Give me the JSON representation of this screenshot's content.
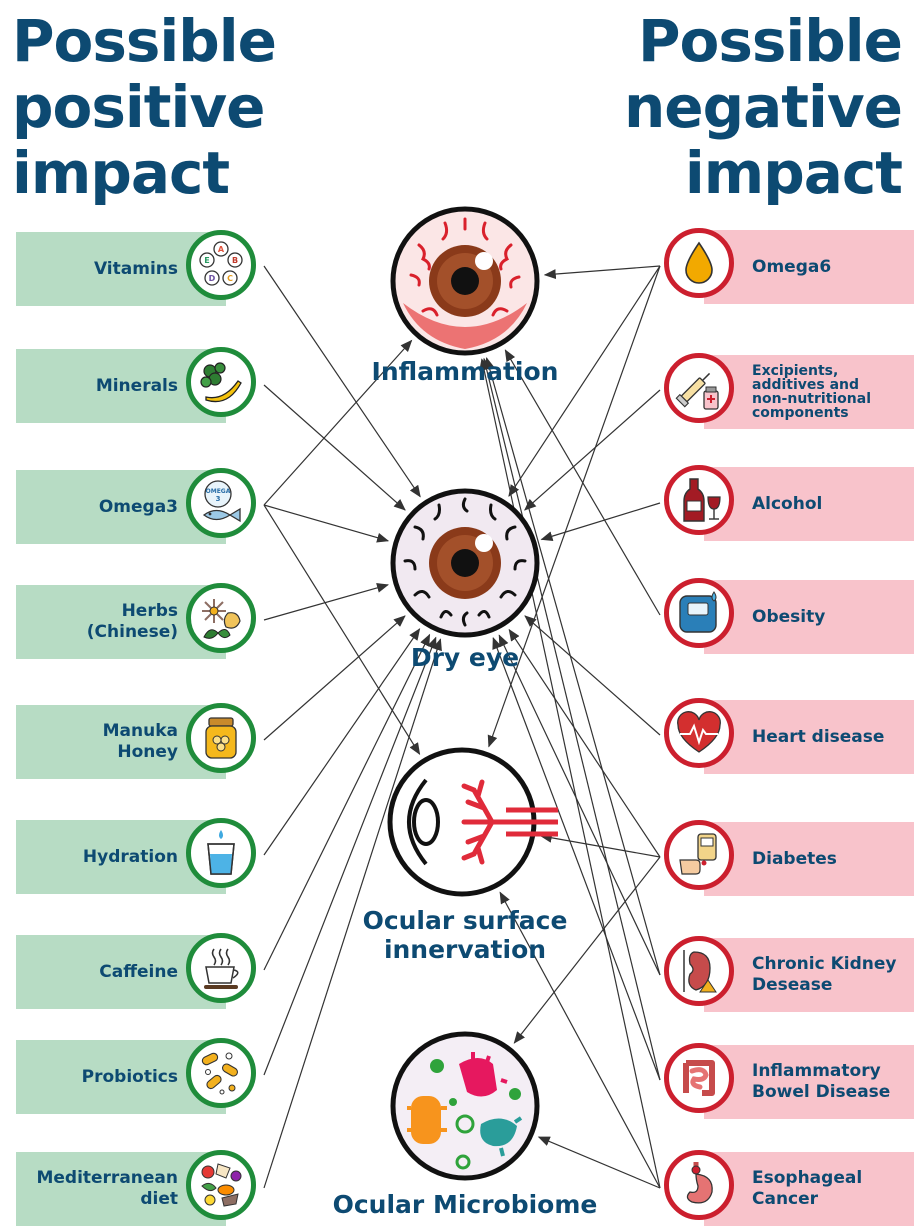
{
  "headings": {
    "left": [
      "Possible",
      "positive",
      "impact"
    ],
    "right": [
      "Possible",
      "negative",
      "impact"
    ]
  },
  "colors": {
    "heading_text": "#0d4a72",
    "positive_fill": "#b7dcc4",
    "positive_ring": "#1f8c3b",
    "negative_fill": "#f8c3cb",
    "negative_ring": "#cc1f2e"
  },
  "positive_factors": [
    {
      "label": "Vitamins",
      "icon": "vitamins-icon"
    },
    {
      "label": "Minerals",
      "icon": "minerals-icon"
    },
    {
      "label": "Omega3",
      "icon": "omega3-fish-icon",
      "icon_text": [
        "OMEGA",
        "3"
      ]
    },
    {
      "label": "Herbs\n(Chinese)",
      "icon": "herbs-icon"
    },
    {
      "label": "Manuka\nHoney",
      "icon": "honey-jar-icon"
    },
    {
      "label": "Hydration",
      "icon": "water-glass-icon"
    },
    {
      "label": "Caffeine",
      "icon": "coffee-cup-icon"
    },
    {
      "label": "Probiotics",
      "icon": "probiotics-icon"
    },
    {
      "label": "Mediterranean\ndiet",
      "icon": "mediterranean-food-icon"
    }
  ],
  "negative_factors": [
    {
      "label": "Omega6",
      "icon": "oil-drop-icon"
    },
    {
      "label": "Excipients,\nadditives and\nnon-nutritional\ncomponents",
      "icon": "syringe-vial-icon"
    },
    {
      "label": "Alcohol",
      "icon": "wine-bottle-icon"
    },
    {
      "label": "Obesity",
      "icon": "weight-scale-icon"
    },
    {
      "label": "Heart disease",
      "icon": "heart-pulse-icon"
    },
    {
      "label": "Diabetes",
      "icon": "glucose-meter-icon"
    },
    {
      "label": "Chronic Kidney\nDesease",
      "icon": "kidney-icon"
    },
    {
      "label": "Inflammatory\nBowel Disease",
      "icon": "intestine-icon"
    },
    {
      "label": "Esophageal\nCancer",
      "icon": "stomach-icon"
    }
  ],
  "outcomes": [
    {
      "label": "Inflammation",
      "icon": "inflamed-eye-icon"
    },
    {
      "label": "Dry eye",
      "icon": "dry-eye-icon"
    },
    {
      "label": "Ocular surface\ninnervation",
      "icon": "eye-nerves-icon"
    },
    {
      "label": "Ocular Microbiome",
      "icon": "microbes-icon"
    }
  ],
  "vitamin_letters": [
    "A",
    "B",
    "C",
    "D",
    "E"
  ],
  "links": [
    {
      "from": "Vitamins",
      "to": "Dry eye"
    },
    {
      "from": "Minerals",
      "to": "Dry eye"
    },
    {
      "from": "Omega3",
      "to": "Inflammation"
    },
    {
      "from": "Omega3",
      "to": "Dry eye"
    },
    {
      "from": "Omega3",
      "to": "Ocular surface\ninnervation"
    },
    {
      "from": "Herbs\n(Chinese)",
      "to": "Dry eye"
    },
    {
      "from": "Manuka\nHoney",
      "to": "Dry eye"
    },
    {
      "from": "Hydration",
      "to": "Dry eye"
    },
    {
      "from": "Caffeine",
      "to": "Dry eye"
    },
    {
      "from": "Probiotics",
      "to": "Dry eye"
    },
    {
      "from": "Mediterranean\ndiet",
      "to": "Dry eye"
    },
    {
      "from": "Omega6",
      "to": "Inflammation"
    },
    {
      "from": "Omega6",
      "to": "Dry eye"
    },
    {
      "from": "Omega6",
      "to": "Ocular surface\ninnervation"
    },
    {
      "from": "Excipients,\nadditives and\nnon-nutritional\ncomponents",
      "to": "Dry eye"
    },
    {
      "from": "Alcohol",
      "to": "Dry eye"
    },
    {
      "from": "Obesity",
      "to": "Inflammation"
    },
    {
      "from": "Heart disease",
      "to": "Dry eye"
    },
    {
      "from": "Diabetes",
      "to": "Dry eye"
    },
    {
      "from": "Diabetes",
      "to": "Ocular surface\ninnervation"
    },
    {
      "from": "Diabetes",
      "to": "Ocular Microbiome"
    },
    {
      "from": "Chronic Kidney\nDesease",
      "to": "Inflammation"
    },
    {
      "from": "Chronic Kidney\nDesease",
      "to": "Dry eye"
    },
    {
      "from": "Inflammatory\nBowel Disease",
      "to": "Inflammation"
    },
    {
      "from": "Inflammatory\nBowel Disease",
      "to": "Dry eye"
    },
    {
      "from": "Esophageal\nCancer",
      "to": "Ocular surface\ninnervation"
    },
    {
      "from": "Esophageal\nCancer",
      "to": "Ocular Microbiome"
    },
    {
      "from": "Esophageal\nCancer",
      "to": "Inflammation"
    }
  ]
}
